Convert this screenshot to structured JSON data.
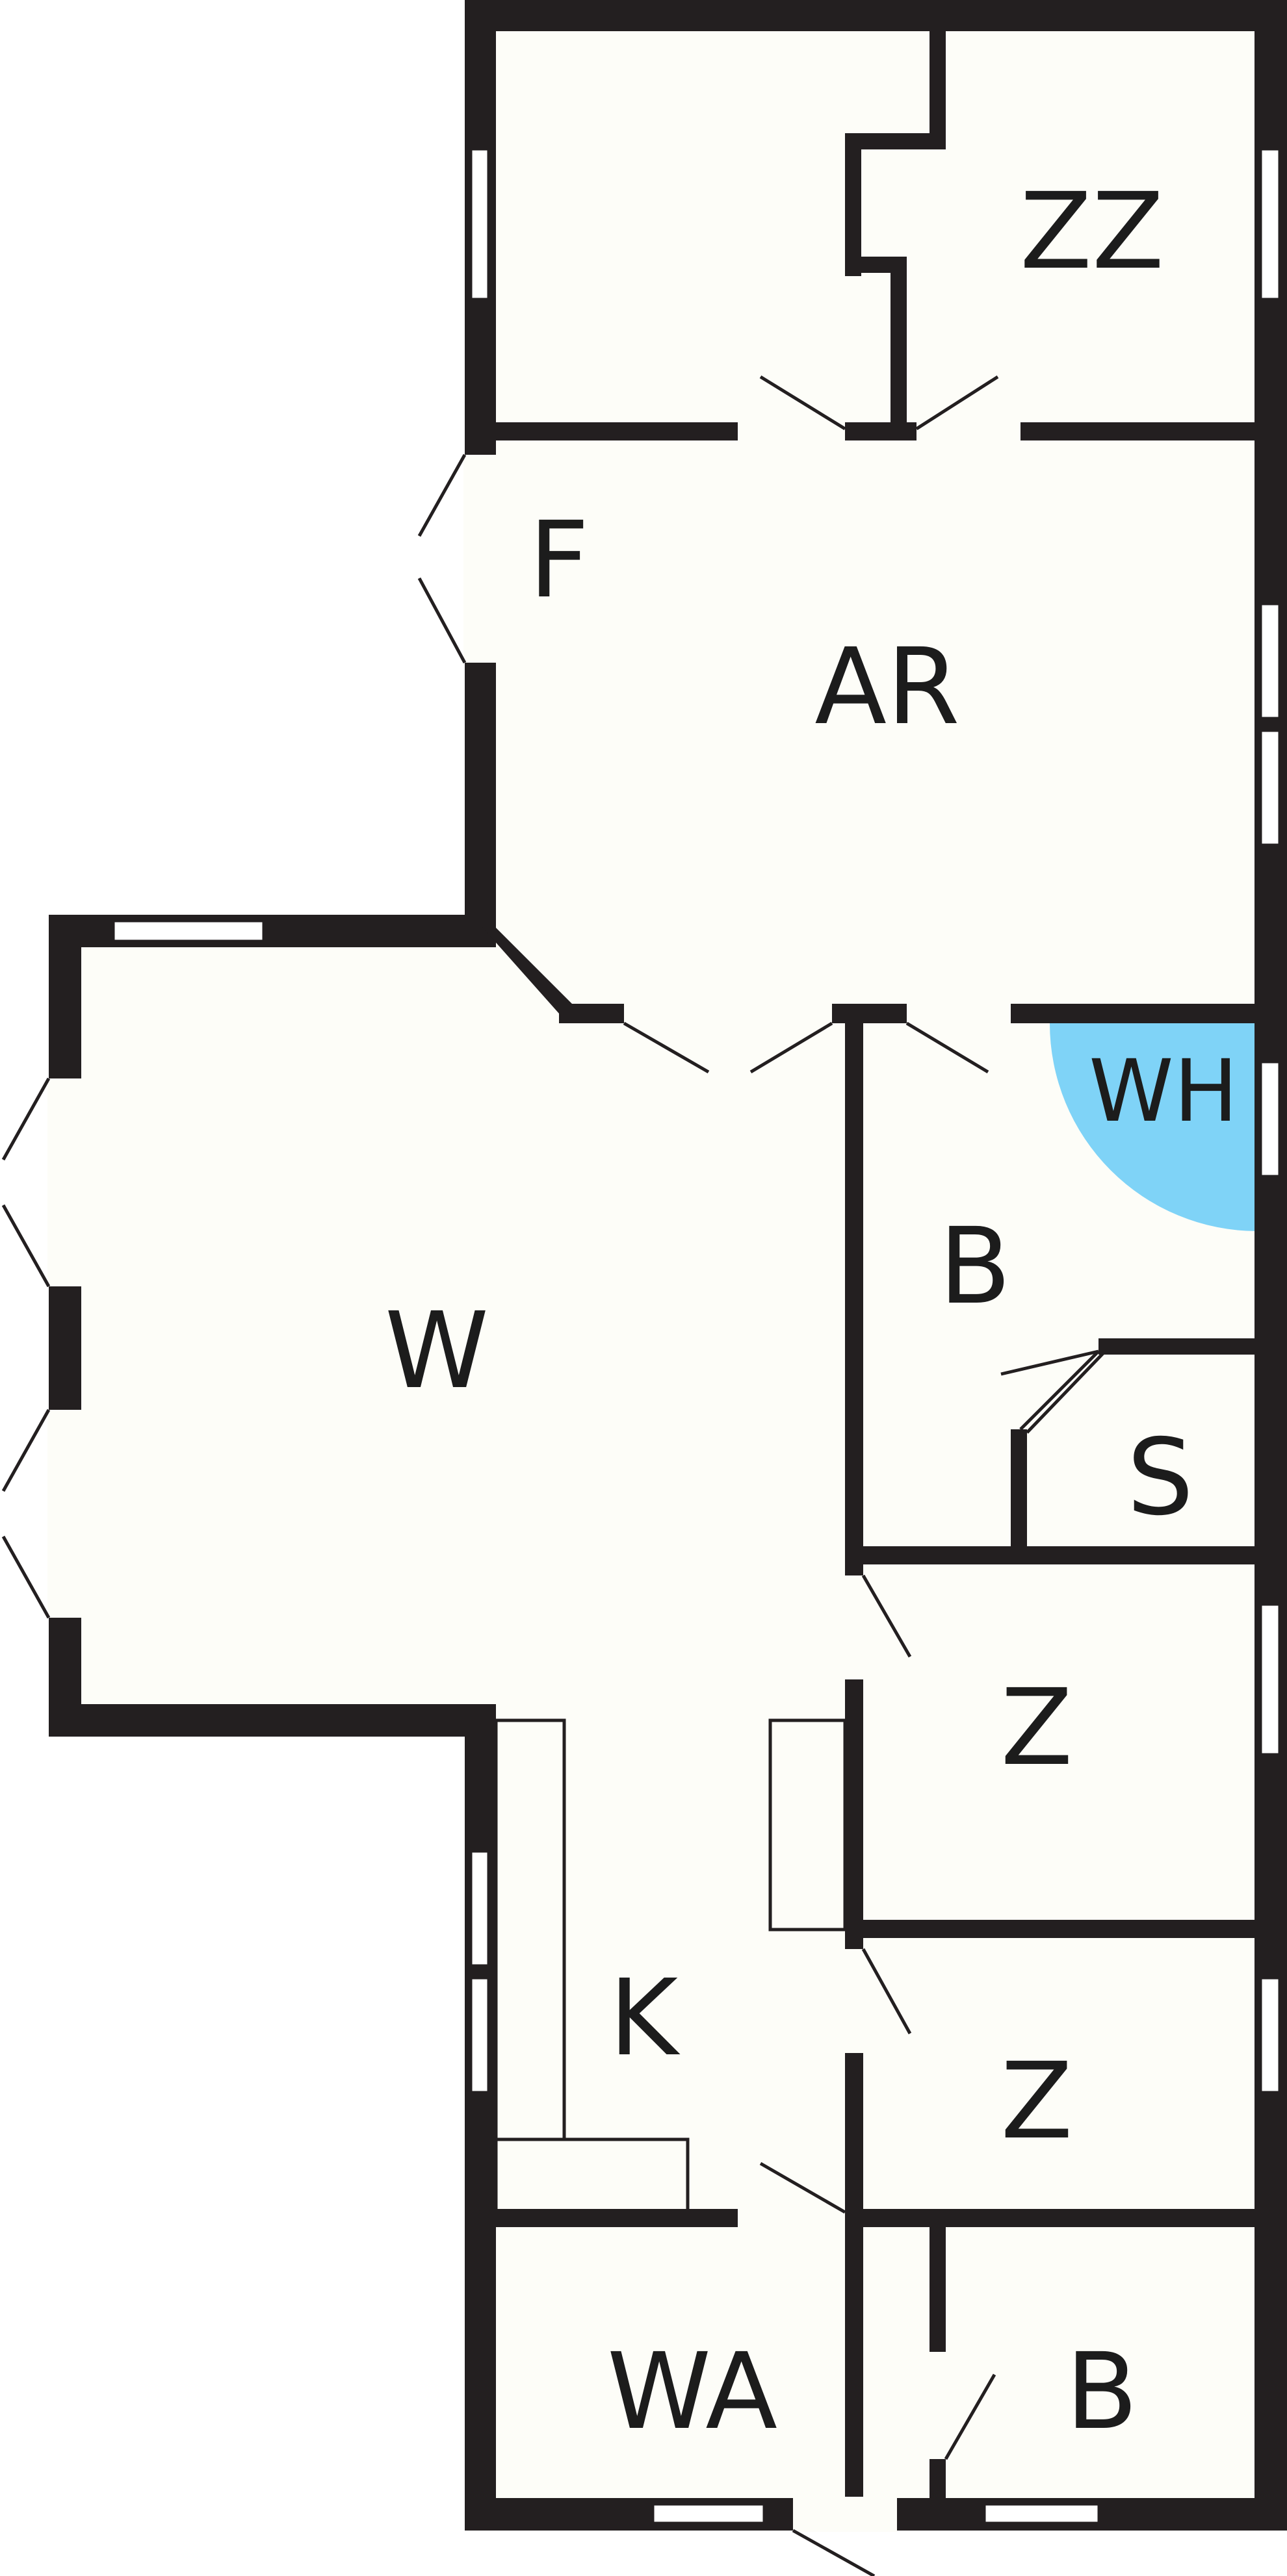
{
  "floorplan": {
    "colors": {
      "wall": "#231f20",
      "floor": "#fdfdf8",
      "highlight": "#7fd3f7",
      "background": "#ffffff",
      "window_fill": "#ffffff",
      "fixture_line": "#231f20"
    },
    "rooms": [
      {
        "id": "zz",
        "label": "ZZ"
      },
      {
        "id": "f",
        "label": "F"
      },
      {
        "id": "ar",
        "label": "AR"
      },
      {
        "id": "wh",
        "label": "WH"
      },
      {
        "id": "b-upper",
        "label": "B"
      },
      {
        "id": "w",
        "label": "W"
      },
      {
        "id": "s",
        "label": "S"
      },
      {
        "id": "z-upper",
        "label": "Z"
      },
      {
        "id": "k",
        "label": "K"
      },
      {
        "id": "z-lower",
        "label": "Z"
      },
      {
        "id": "wa",
        "label": "WA"
      },
      {
        "id": "b-lower",
        "label": "B"
      }
    ]
  }
}
